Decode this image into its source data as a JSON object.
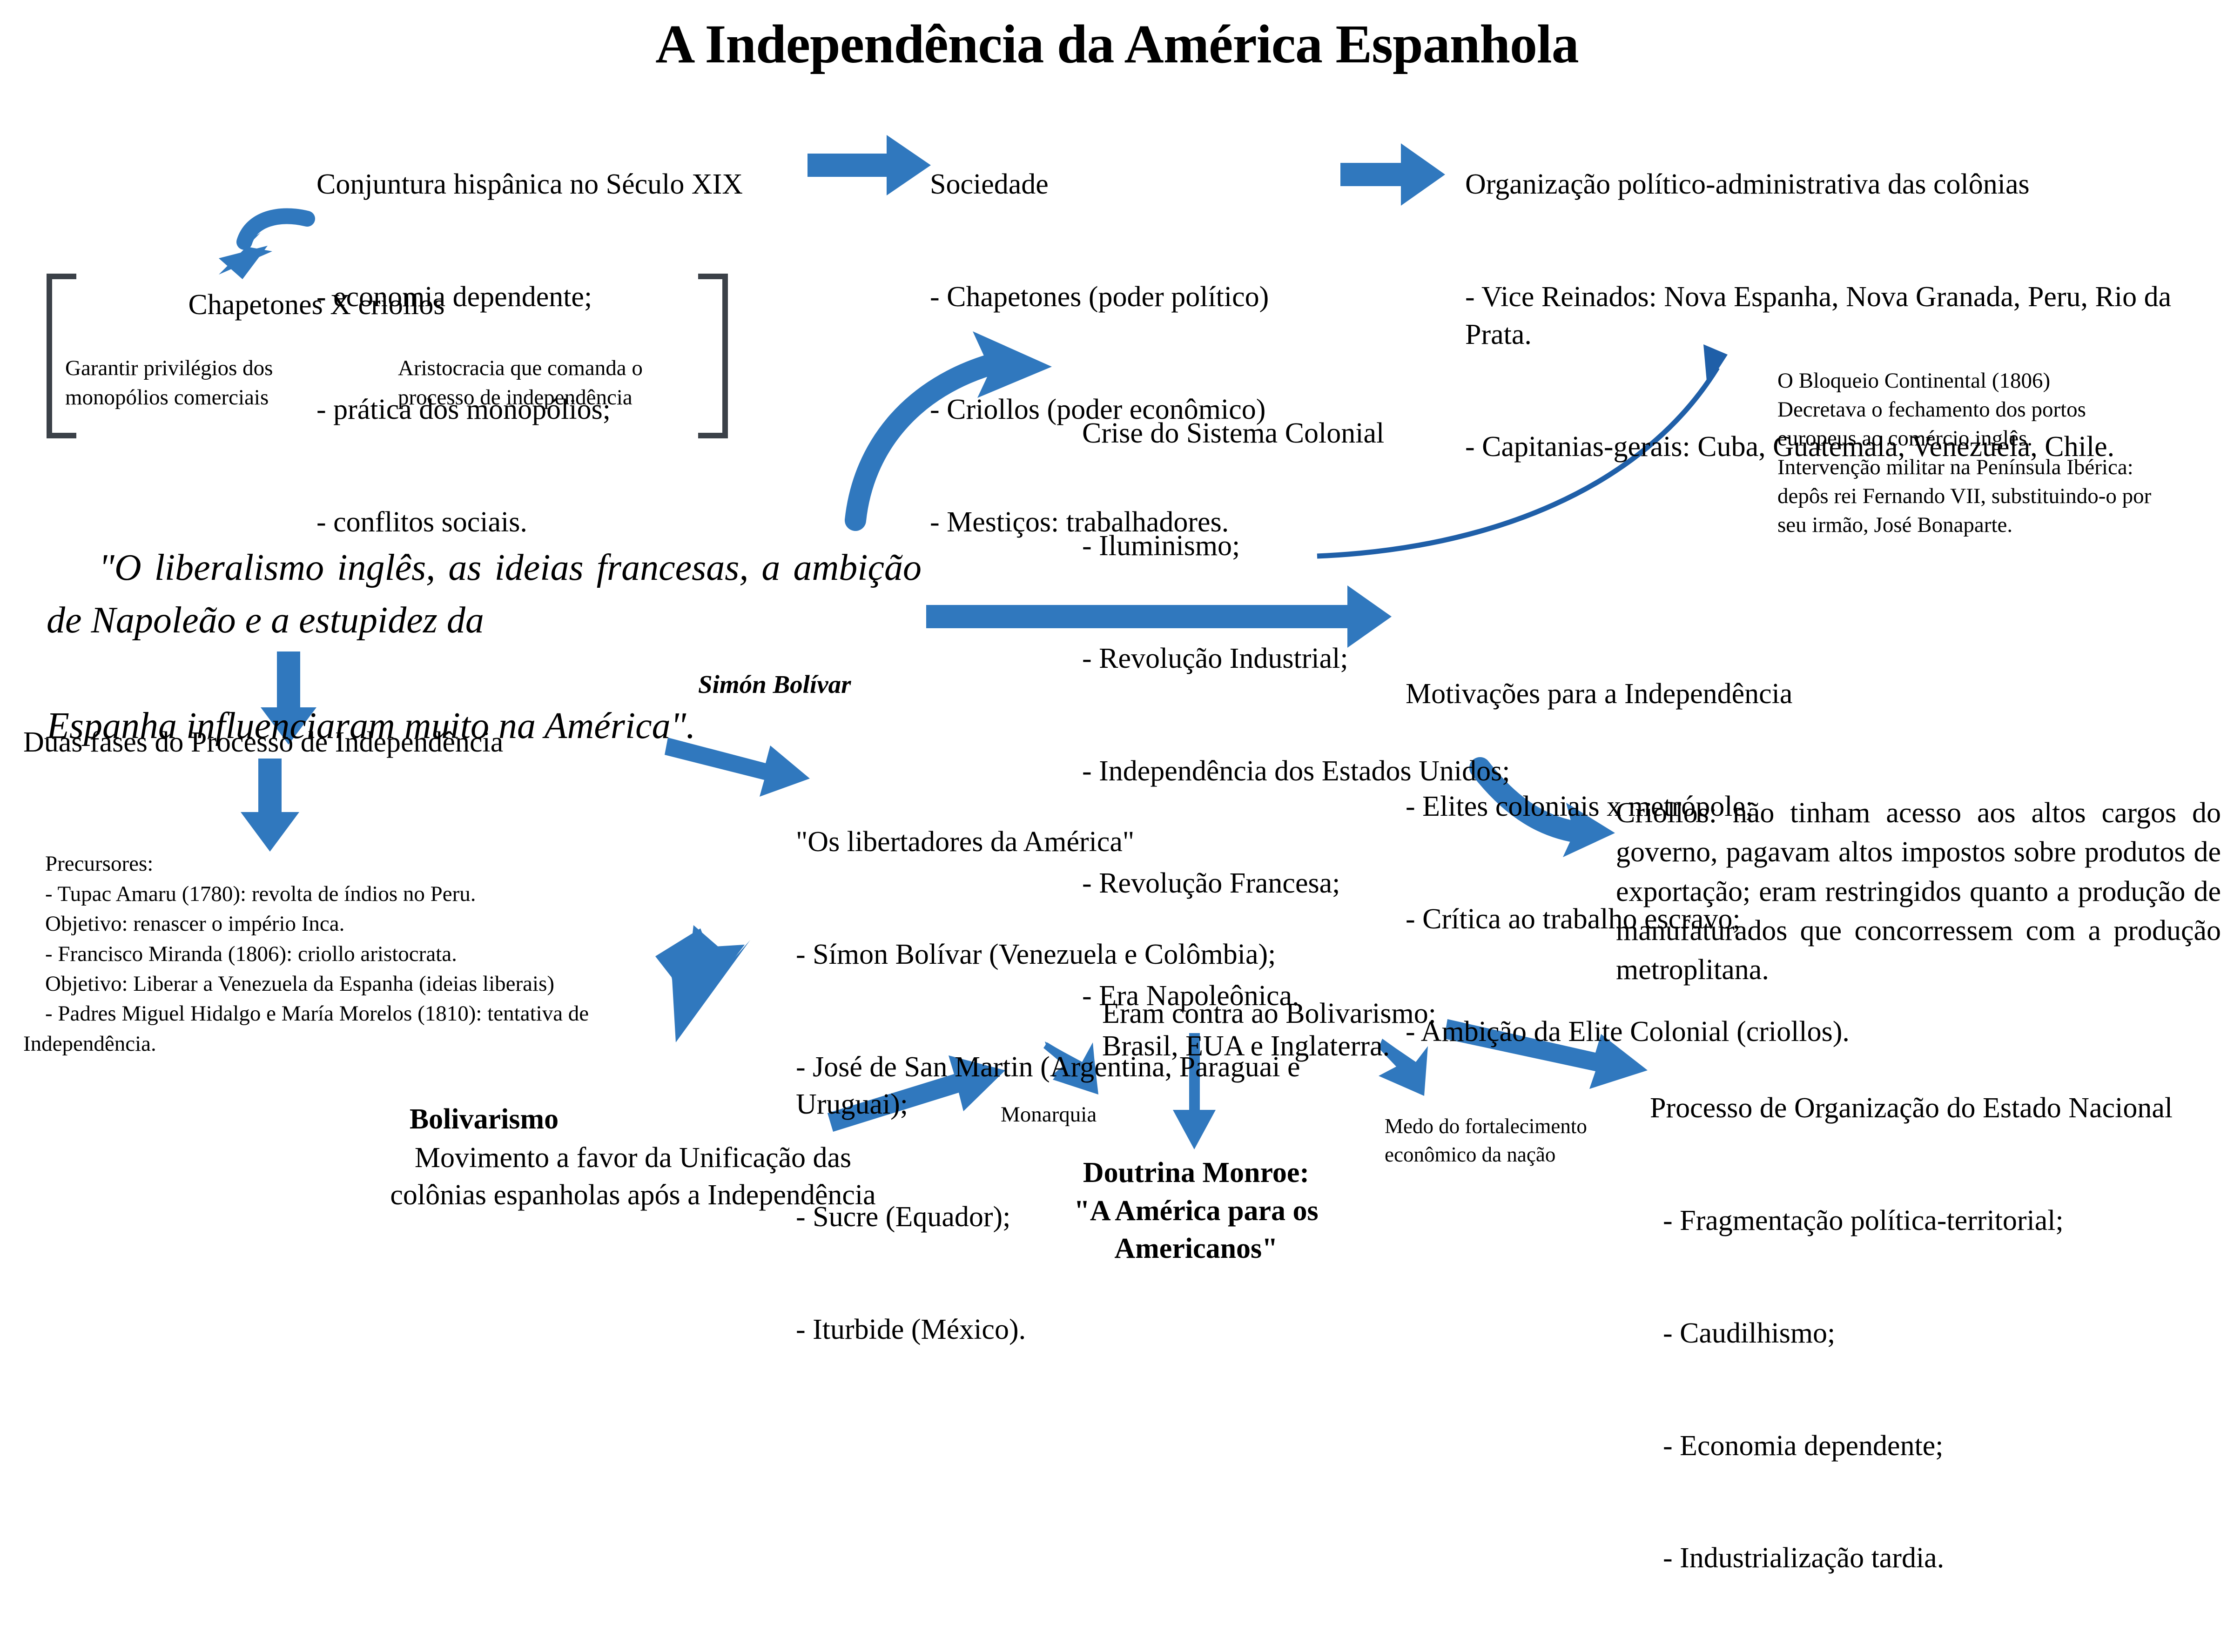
{
  "title": "A Independência da América Espanhola",
  "accent_blue": "#3078BE",
  "accent_blue_dark": "#1F5FA8",
  "bracket_color": "#3b4148",
  "blocks": {
    "conjuntura": {
      "heading": "Conjuntura hispânica no Século XIX",
      "items": [
        "- economia dependente;",
        "- prática dos monopólios;",
        "- conflitos sociais."
      ]
    },
    "sociedade": {
      "heading": "Sociedade",
      "items": [
        "- Chapetones (poder político)",
        "- Criollos (poder econômico)",
        "- Mestiços: trabalhadores."
      ]
    },
    "organizacao_colonias": {
      "heading": "Organização político-administrativa das colônias",
      "items": [
        "- Vice Reinados: Nova Espanha, Nova Granada, Peru, Rio da Prata.",
        "- Capitanias-gerais: Cuba, Guatemala, Venezuela, Chile."
      ]
    },
    "chapetones_criollos": {
      "heading": "Chapetones X criollos",
      "left_label": "Garantir privilégios dos monopólios comerciais",
      "right_label": "Aristocracia que comanda o processo de independência"
    },
    "crise": {
      "heading": "Crise do Sistema Colonial",
      "items": [
        "- Iluminismo;",
        "- Revolução Industrial;",
        "- Independência dos Estados Unidos;",
        "- Revolução Francesa;",
        "- Era Napoleônica."
      ]
    },
    "bloqueio": {
      "heading": "O Bloqueio Continental (1806)",
      "lines": [
        "Decretava o fechamento dos portos",
        "europeus ao comércio inglês.",
        "Intervenção militar na Península Ibérica:",
        "depôs rei Fernando VII, substituindo-o por",
        "seu irmão, José Bonaparte."
      ]
    },
    "quote": {
      "text": "\"O liberalismo inglês, as ideias francesas, a ambição de Napoleão e a estupidez da",
      "last_line": "Espanha influenciaram muito na América\".",
      "author": "Simón Bolívar"
    },
    "motivacoes": {
      "heading": "Motivações para a Independência",
      "items": [
        "- Elites coloniais x metrópole;",
        "- Crítica ao trabalho escravo;",
        "- Ambição da Elite Colonial (criollos)."
      ]
    },
    "criollos_paragraph": "Criollos: não tinham acesso aos altos cargos do governo, pagavam altos impostos sobre produtos de exportação; eram restringidos quanto a produção de manufaturados que concorressem com a produção metroplitana.",
    "duas_fases": {
      "heading": "Duas fases do Processo de Independência"
    },
    "precursores": {
      "heading": "Precursores:",
      "lines": [
        "- Tupac Amaru (1780): revolta de índios no Peru.",
        "Objetivo: renascer o império Inca.",
        "- Francisco Miranda (1806): criollo aristocrata.",
        "Objetivo: Liberar a Venezuela da Espanha (ideias liberais)",
        "- Padres Miguel Hidalgo e María Morelos (1810): tentativa de Independência."
      ]
    },
    "libertadores": {
      "heading": "\"Os libertadores da América\"",
      "items": [
        "- Símon Bolívar (Venezuela e Colômbia);",
        "- José de San Martin (Argentina, Paraguai e Uruguai);",
        "- Sucre (Equador);",
        "- Iturbide (México)."
      ]
    },
    "bolivarismo": {
      "heading": "Bolivarismo",
      "line1": "Movimento a favor da Unificação das",
      "line2": "colônias espanholas após a Independência"
    },
    "contra_bolivarismo": {
      "line1": "Eram contra ao Bolivarismo:",
      "line2": "Brasil, EUA e Inglaterra."
    },
    "monarquia": "Monarquia",
    "medo": {
      "line1": "Medo do fortalecimento",
      "line2": "econômico da nação"
    },
    "doutrina_monroe": {
      "heading": "Doutrina Monroe:",
      "quote": "\"A América para os Americanos\""
    },
    "estado_nacional": {
      "heading": "Processo de Organização do Estado Nacional",
      "items": [
        "- Fragmentação política-territorial;",
        "- Caudilhismo;",
        "- Economia dependente;",
        "- Industrialização tardia."
      ]
    }
  }
}
